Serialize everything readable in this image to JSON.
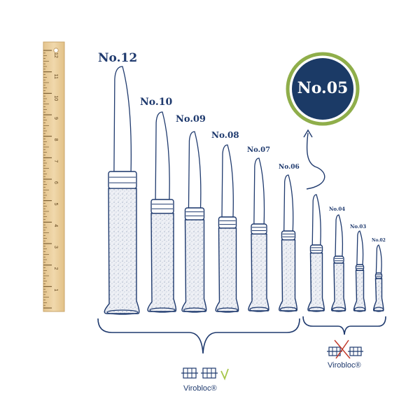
{
  "colors": {
    "ink": "#1f3a6e",
    "ruler_wood": "#ecd3a5",
    "badge_fill": "#1b3a66",
    "badge_ring": "#8fae4a",
    "check_green": "#a6c64a",
    "cross_red": "#c0392b"
  },
  "ruler": {
    "ticks": [
      "1",
      "2",
      "3",
      "4",
      "5",
      "6",
      "7",
      "8",
      "9",
      "10",
      "11",
      "12"
    ]
  },
  "knives": [
    {
      "label": "No.12"
    },
    {
      "label": "No.10"
    },
    {
      "label": "No.09"
    },
    {
      "label": "No.08"
    },
    {
      "label": "No.07"
    },
    {
      "label": "No.06"
    },
    {
      "label": "No.05"
    },
    {
      "label": "No.04"
    },
    {
      "label": "No.03"
    },
    {
      "label": "No.02"
    }
  ],
  "badge": {
    "label": "No.05"
  },
  "groups": [
    {
      "brand": "Virobloc®",
      "icon": "virobloc-lock-icon",
      "mark": "check-icon"
    },
    {
      "brand": "Virobloc®",
      "icon": "virobloc-lock-icon",
      "mark": "cross-icon"
    }
  ]
}
